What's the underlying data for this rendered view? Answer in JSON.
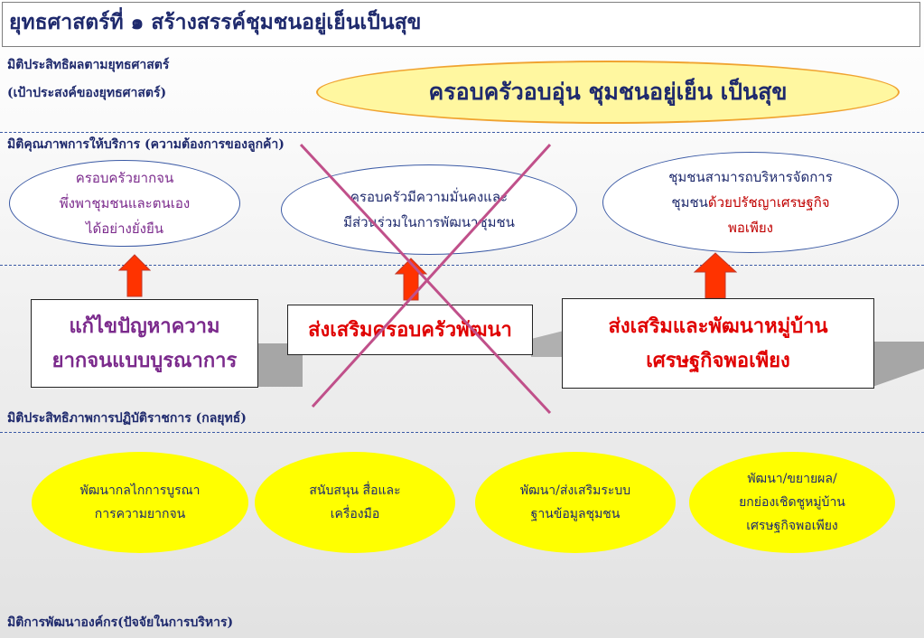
{
  "title": "ยุทธศาสตร์ที่ ๑ สร้างสรรค์ชุมชนอยู่เย็นเป็นสุข",
  "dimensions": {
    "effectiveness_line1": "มิติประสิทธิผลตามยุทธศาสตร์",
    "effectiveness_line2": "(เป้าประสงค์ของยุทธศาสตร์)",
    "quality": "มิติคุณภาพการให้บริการ (ความต้องการของลูกค้า)",
    "efficiency": "มิติประสิทธิภาพการปฏิบัติราชการ (กลยุทธ์)",
    "development": "มิติการพัฒนาองค์กร(ปัจจัยในการบริหาร)"
  },
  "goal": "ครอบครัวอบอุ่น ชุมชนอยู่เย็น เป็นสุข",
  "services": [
    {
      "lines": [
        "ครอบครัวยากจน",
        "พึ่งพาชุมชนและตนเอง",
        "ได้อย่างยั่งยืน"
      ],
      "color": "#7b2a8c"
    },
    {
      "lines": [
        "ครอบครัวมีความมั่นคงและ",
        "มีส่วนร่วมในการพัฒนาชุมชน"
      ],
      "color": "#1f2a6d"
    },
    {
      "line1": "ชุมชนสามารถบริหารจัดการ",
      "line2a": "ชุมชน",
      "line2b": "ด้วยปรัชญาเศรษฐกิจ",
      "line3": "พอเพียง",
      "color_blue": "#1f2a6d",
      "color_red": "#c00000"
    }
  ],
  "boxes": [
    {
      "lines": [
        "แก้ไขปัญหาความ",
        "ยากจนแบบบูรณาการ"
      ],
      "color": "#7b2a8c"
    },
    {
      "lines": [
        "ส่งเสริมครอบครัวพัฒนา"
      ],
      "color": "#e00000"
    },
    {
      "lines": [
        "ส่งเสริมและพัฒนาหมู่บ้าน",
        "เศรษฐกิจพอเพียง"
      ],
      "color": "#e00000"
    }
  ],
  "strategies": [
    {
      "lines": [
        "พัฒนากลไกการบูรณา",
        "การความยากจน"
      ]
    },
    {
      "lines": [
        "สนับสนุน สื่อและ",
        "เครื่องมือ"
      ]
    },
    {
      "lines": [
        "พัฒนา/ส่งเสริมระบบ",
        "ฐานข้อมูลชุมชน"
      ]
    },
    {
      "lines": [
        "พัฒนา/ขยายผล/",
        "ยกย่องเชิดชูหมู่บ้าน",
        "เศรษฐกิจพอเพียง"
      ]
    }
  ],
  "colors": {
    "arrow": "#ff3300",
    "strategy_fill": "#ffff00",
    "goal_fill": "#fff7a0",
    "cross": "#c0508a"
  }
}
